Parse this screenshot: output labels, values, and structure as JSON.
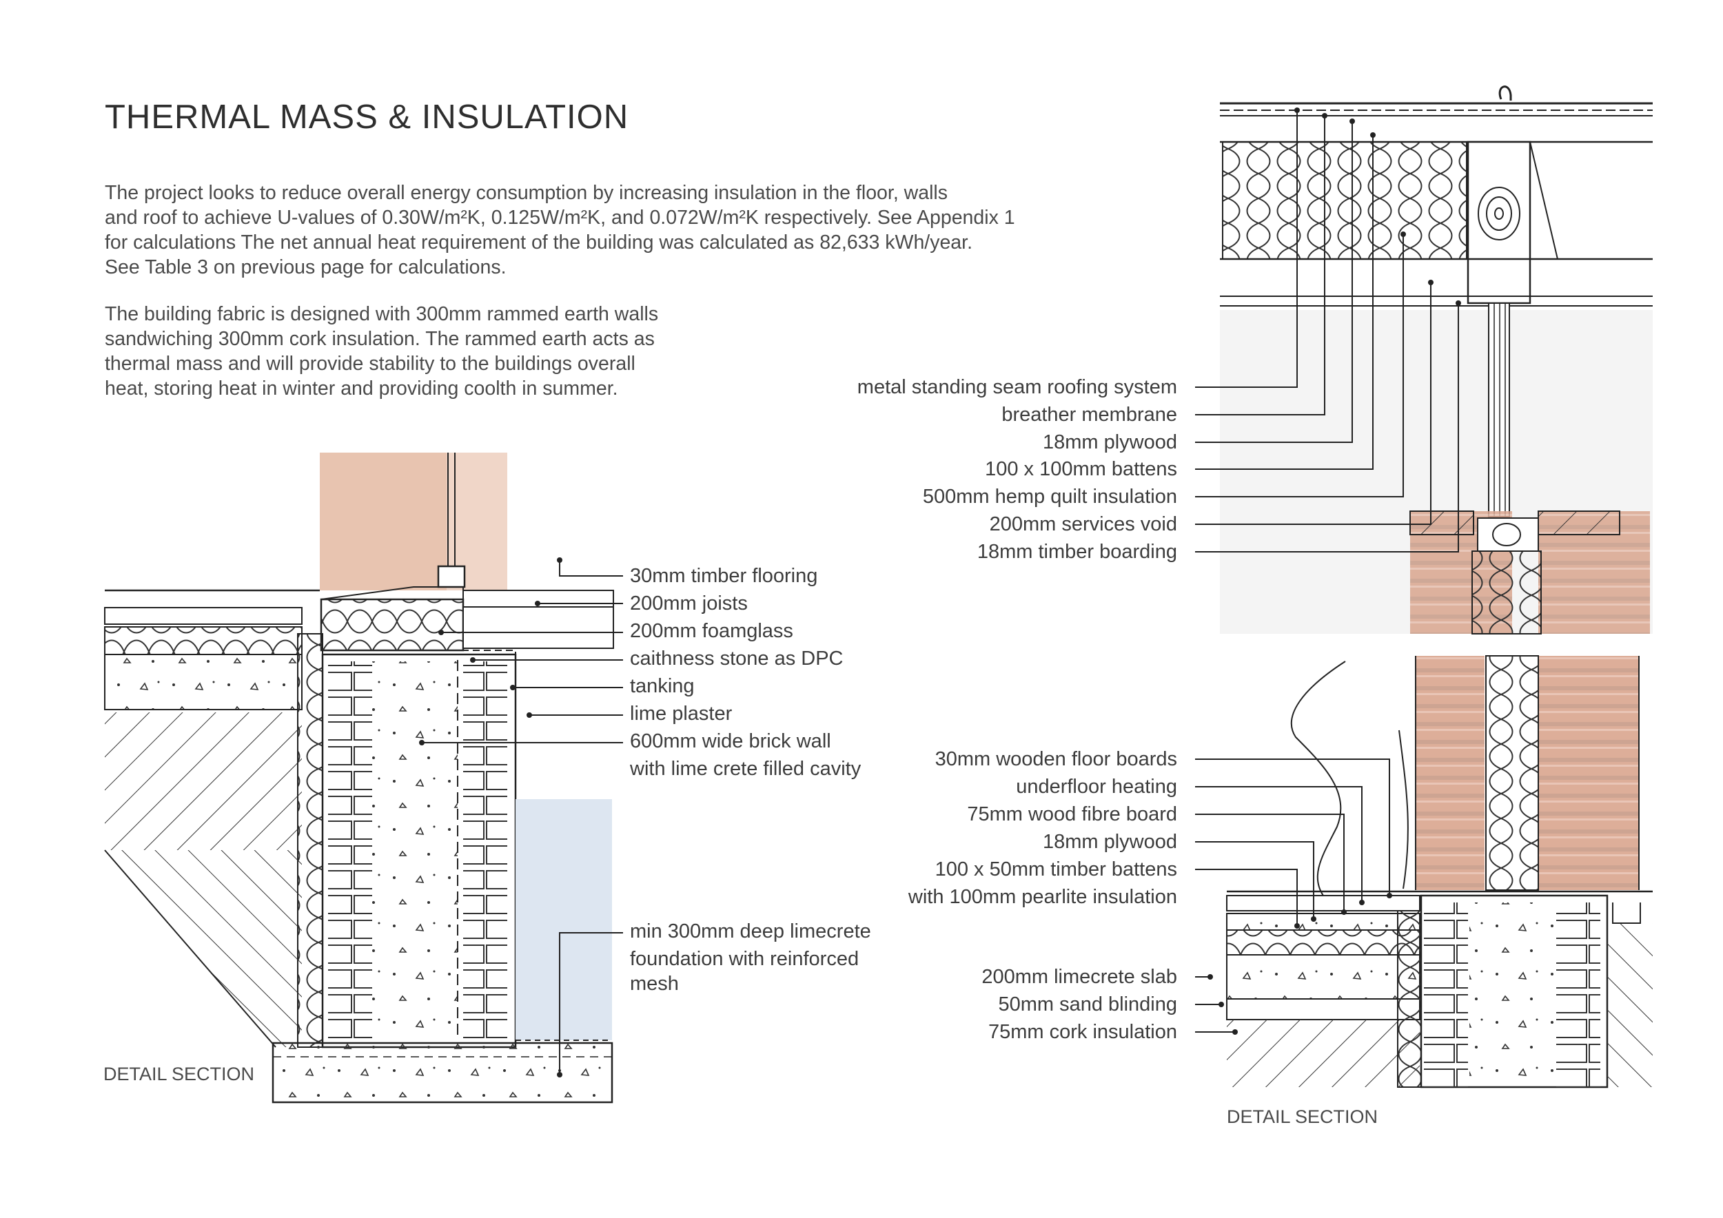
{
  "title": "THERMAL MASS & INSULATION",
  "intro_lines": [
    "The project looks to reduce overall energy consumption by increasing insulation in the floor, walls",
    "and roof to achieve U-values of 0.30W/m²K, 0.125W/m²K, and  0.072W/m²K respectively. See Appendix 1",
    "for calculations The net annual heat requirement of the building was calculated as 82,633 kWh/year.",
    "See Table 3 on previous page for calculations."
  ],
  "fabric_lines": [
    "The building fabric is designed with 300mm rammed earth walls",
    "sandwiching 300mm cork insulation. The rammed earth acts as",
    "thermal mass and will provide stability to the buildings overall",
    "heat, storing heat in winter and providing coolth in summer."
  ],
  "left_detail": {
    "labels": [
      "30mm timber flooring",
      "200mm joists",
      "200mm foamglass",
      "caithness stone as DPC",
      "tanking",
      "lime plaster",
      "600mm wide brick wall",
      "with lime crete filled cavity",
      "min 300mm deep limecrete",
      "foundation with reinforced",
      "mesh"
    ],
    "caption": "DETAIL SECTION"
  },
  "roof_detail": {
    "labels": [
      "metal standing seam roofing system",
      "breather membrane",
      "18mm plywood",
      "100 x 100mm battens",
      "500mm hemp quilt insulation",
      "200mm services void",
      "18mm timber boarding"
    ]
  },
  "floor_detail": {
    "labels": [
      "30mm wooden floor boards",
      "underfloor heating",
      "75mm wood fibre board",
      "18mm plywood",
      "100 x 50mm timber battens",
      "with 100mm pearlite insulation",
      "200mm limecrete slab",
      "50mm sand blinding",
      "75mm cork insulation"
    ],
    "caption": "DETAIL SECTION"
  },
  "colors": {
    "rammed_earth": "#e8c4b0",
    "earth_dark": "#c9a08a",
    "water": "#dde6f1",
    "line": "#222222",
    "text": "#3c3c3c"
  }
}
